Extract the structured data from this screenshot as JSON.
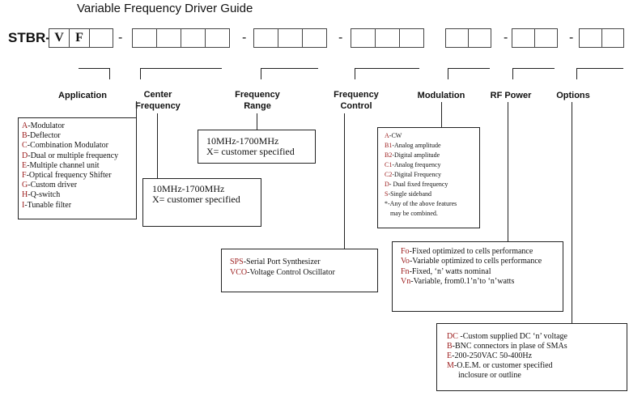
{
  "title": "Variable Frequency Driver Guide",
  "part_number": {
    "prefix": "STBR-",
    "fixed_chars": [
      "V",
      "F"
    ],
    "separator": "-"
  },
  "sections": {
    "application": {
      "heading": "Application",
      "items": [
        {
          "code": "A",
          "text": "-Modulator"
        },
        {
          "code": "B",
          "text": "-Deflector"
        },
        {
          "code": "C",
          "text": "-Combination Modulator"
        },
        {
          "code": "D",
          "text": "-Dual or multiple frequency"
        },
        {
          "code": "E",
          "text": "-Multiple channel unit"
        },
        {
          "code": "F",
          "text": "-Optical frequency Shifter"
        },
        {
          "code": "G",
          "text": "-Custom driver"
        },
        {
          "code": "H",
          "text": "-Q-switch"
        },
        {
          "code": "I",
          "text": "-Tunable filter"
        }
      ]
    },
    "center_frequency": {
      "heading_line1": "Center",
      "heading_line2": "Frequency",
      "line1": "10MHz-1700MHz",
      "line2": "X= customer specified"
    },
    "frequency_range": {
      "heading_line1": "Frequency",
      "heading_line2": "Range",
      "line1": "10MHz-1700MHz",
      "line2": "X= customer specified"
    },
    "frequency_control": {
      "heading_line1": "Frequency",
      "heading_line2": "Control",
      "items": [
        {
          "code": "SPS",
          "text": "-Serial Port Synthesizer"
        },
        {
          "code": "VCO",
          "text": "-Voltage Control Oscillator"
        }
      ]
    },
    "modulation": {
      "heading": "Modulation",
      "items": [
        {
          "code": "A",
          "text": "-CW"
        },
        {
          "code": "B1",
          "text": "-Analog amplitude"
        },
        {
          "code": "B2",
          "text": "-Digital amplitude"
        },
        {
          "code": "C1",
          "text": "-Analog frequency"
        },
        {
          "code": "C2",
          "text": "-Digital Frequency"
        },
        {
          "code": "D",
          "text": "- Dual fixed frequency"
        },
        {
          "code": "S",
          "text": "-Single sideband"
        }
      ],
      "note_line1": "*-Any of the above features",
      "note_line2": "may be combined."
    },
    "rf_power": {
      "heading": "RF Power",
      "items": [
        {
          "code": "Fo",
          "text": "-Fixed optimized to cells performance"
        },
        {
          "code": "Vo",
          "text": "-Variable optimized to cells performance"
        },
        {
          "code": "Fn",
          "text": "-Fixed, ‘n’ watts nominal"
        },
        {
          "code": "Vn",
          "text": "-Variable, from0.1’n’to ‘n’watts"
        }
      ]
    },
    "options": {
      "heading": "Options",
      "items": [
        {
          "code": "DC",
          "text": " -Custom supplied DC ‘n’ voltage"
        },
        {
          "code": "B",
          "text": "-BNC connectors in plase of SMAs"
        },
        {
          "code": "E",
          "text": "-200-250VAC 50-400Hz"
        },
        {
          "code": "M",
          "text": "-O.E.M. or customer specified"
        }
      ],
      "continuation": "inclosure or outline"
    }
  },
  "colors": {
    "code_text": "#9b1b1b",
    "line": "#222222"
  }
}
